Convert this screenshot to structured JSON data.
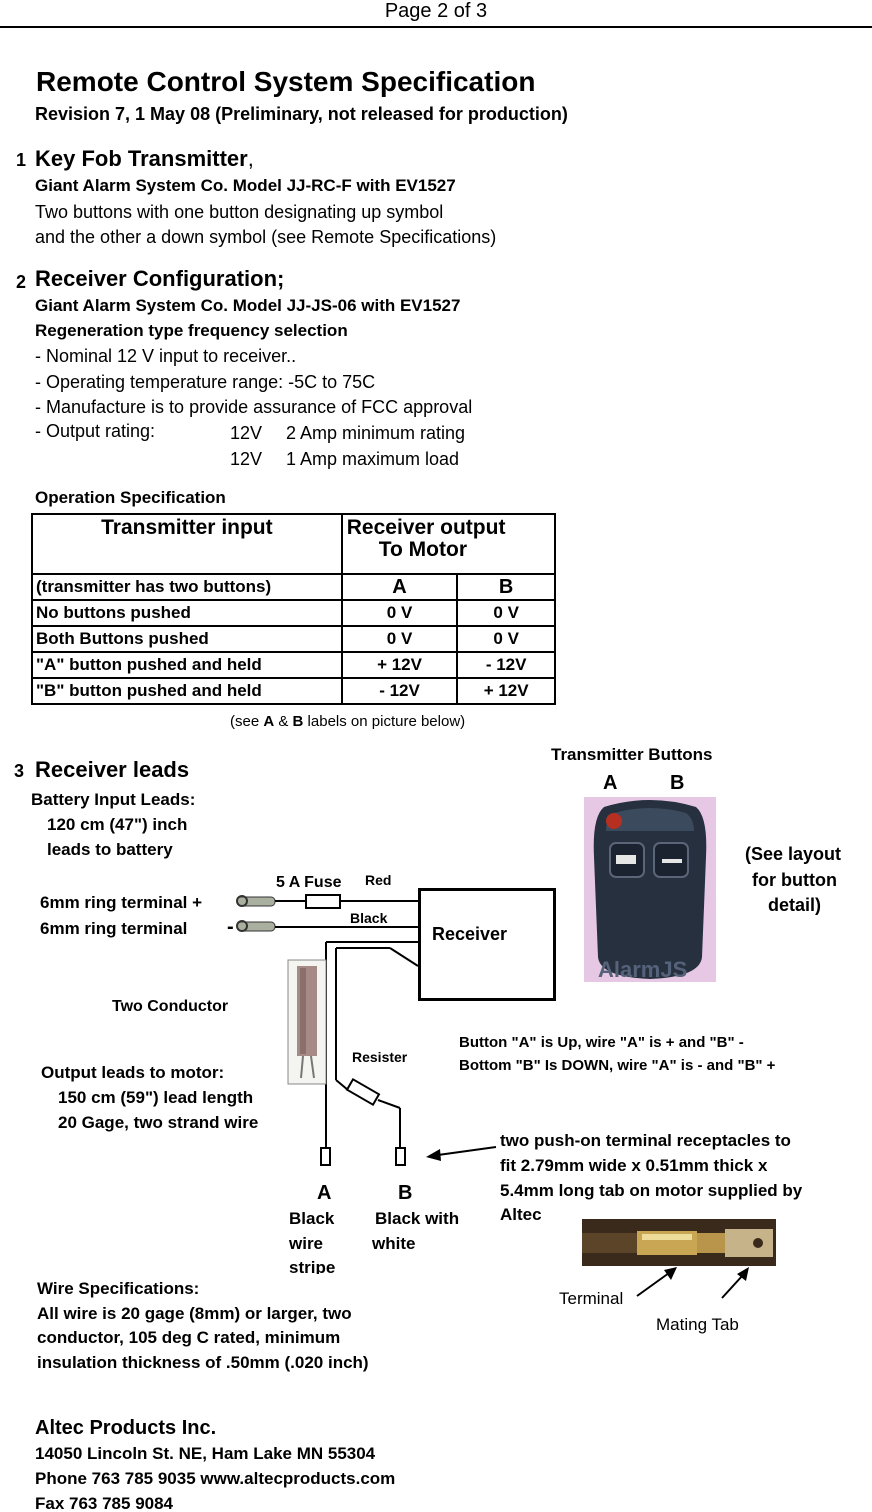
{
  "header": {
    "page": "Page 2 of 3"
  },
  "title": "Remote Control System Specification",
  "revision": "Revision 7,    1 May 08   (Preliminary, not released for production)",
  "sec1": {
    "num": "1",
    "heading": "Key Fob Transmitter",
    "comma": ",",
    "model": "Giant Alarm System Co. Model JJ-RC-F with EV1527",
    "line1": "Two buttons with one button designating  up symbol",
    "line2": "and the other a down symbol (see Remote Specifications)"
  },
  "sec2": {
    "num": "2",
    "heading": "Receiver Configuration;",
    "model": "Giant Alarm System Co.  Model JJ-JS-06 with EV1527",
    "regen": "Regeneration type frequency selection",
    "b1": "- Nominal 12 V input to receiver..",
    "b2": "- Operating temperature range:  -5C to 75C",
    "b3": "-  Manufacture is to provide assurance of FCC approval",
    "b4": "- Output rating:",
    "r1v": "12V",
    "r1t": "2 Amp minimum rating",
    "r2v": "12V",
    "r2t": "1 Amp maximum load"
  },
  "ops": {
    "title": "Operation Specification",
    "h_input": "Transmitter input",
    "h_out1": "Receiver output",
    "h_out2": "To Motor",
    "rows": [
      {
        "label": "(transmitter has two buttons)",
        "a": "A",
        "b": "B"
      },
      {
        "label": "No buttons pushed",
        "a": "0 V",
        "b": "0 V"
      },
      {
        "label": "Both Buttons pushed",
        "a": "0 V",
        "b": "0 V"
      },
      {
        "label": "\"A\" button pushed and held",
        "a": "+ 12V",
        "b": "- 12V"
      },
      {
        "label": "\"B\" button pushed and held",
        "a": "- 12V",
        "b": "+ 12V"
      }
    ],
    "note_pre": "(see ",
    "note_a": "A",
    "note_amp": " & ",
    "note_b": "B",
    "note_post": " labels on picture below)"
  },
  "sec3": {
    "num": "3",
    "heading": "Receiver leads",
    "battery1": "Battery Input Leads:",
    "battery2": "120 cm (47\") inch",
    "battery3": "leads to battery",
    "ring_pos": "6mm ring terminal  +",
    "ring_neg": "6mm ring  terminal",
    "ring_neg_sign": "-",
    "fuse": "5 A Fuse",
    "red": "Red",
    "black": "Black",
    "receiver": "Receiver",
    "two_conductor": "Two Conductor",
    "resister": "Resister",
    "out1": "Output leads to motor:",
    "out2": "150 cm (59\") lead length",
    "out3": "20 Gage, two strand wire",
    "lead_a": "A",
    "lead_b": "B",
    "black_wire1": "Black",
    "black_wire2": "wire",
    "black_wire3": "stripe",
    "bw_white1": "Black with",
    "bw_white2": "white",
    "tx_buttons": "Transmitter Buttons",
    "tx_a": "A",
    "tx_b": "B",
    "fob_watermark": "AlarmJS",
    "see1": "(See layout",
    "see2": "for button",
    "see3": "detail)",
    "btnA": "Button \"A\" is Up,  wire  \"A\" is +  and \"B\" -",
    "btnB": "Bottom \"B\" Is DOWN, wire  \"A\" is -  and  \"B\" +",
    "push1": "two push-on terminal receptacles to",
    "push2": "fit  2.79mm wide x 0.51mm thick x",
    "push3": " 5.4mm long  tab on motor supplied by",
    "push4": "Altec",
    "terminal": "Terminal",
    "mating": "Mating Tab"
  },
  "wire": {
    "title": "Wire Specifications:",
    "l1": " All wire is 20 gage (8mm) or larger, two",
    "l2": "conductor, 105 deg C rated, minimum",
    "l3": "insulation thickness of .50mm (.020 inch)"
  },
  "company": {
    "name": "Altec Products Inc.",
    "addr": "14050 Lincoln St. NE,  Ham Lake  MN  55304",
    "phone": " Phone 763 785 9035   www.altecproducts.com",
    "fax": "Fax 763 785 9084"
  }
}
